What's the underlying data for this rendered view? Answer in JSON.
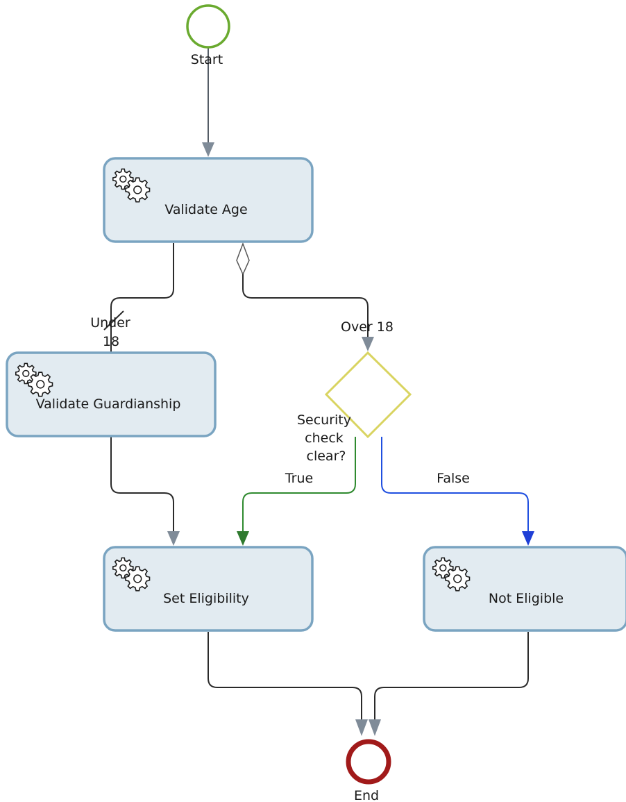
{
  "diagram": {
    "events": {
      "start": {
        "label": "Start"
      },
      "end": {
        "label": "End"
      }
    },
    "tasks": {
      "validate_age": {
        "label": "Validate Age",
        "icon": "gears-icon"
      },
      "validate_guardianship": {
        "label": "Validate Guardianship",
        "icon": "gears-icon"
      },
      "set_eligibility": {
        "label": "Set Eligibility",
        "icon": "gears-icon"
      },
      "not_eligible": {
        "label": "Not Eligible",
        "icon": "gears-icon"
      }
    },
    "gateway": {
      "label_lines": [
        "Security",
        "check",
        "clear?"
      ]
    },
    "flows": {
      "under_18": {
        "label_lines": [
          "Under",
          "18"
        ]
      },
      "over_18": {
        "label": "Over 18"
      },
      "true_flow": {
        "label": "True"
      },
      "false_flow": {
        "label": "False"
      }
    }
  },
  "colors": {
    "start_event": "#6aaa2f",
    "end_event": "#a11a1a",
    "gateway": "#d9d461",
    "task_fill": "#e2ebf1",
    "task_border": "#7aa4c1",
    "arrowhead": "#7f8b98",
    "default_flow": "#2a2a2a",
    "true_flow": "#2f8a2f",
    "false_flow": "#1f4fe0"
  }
}
